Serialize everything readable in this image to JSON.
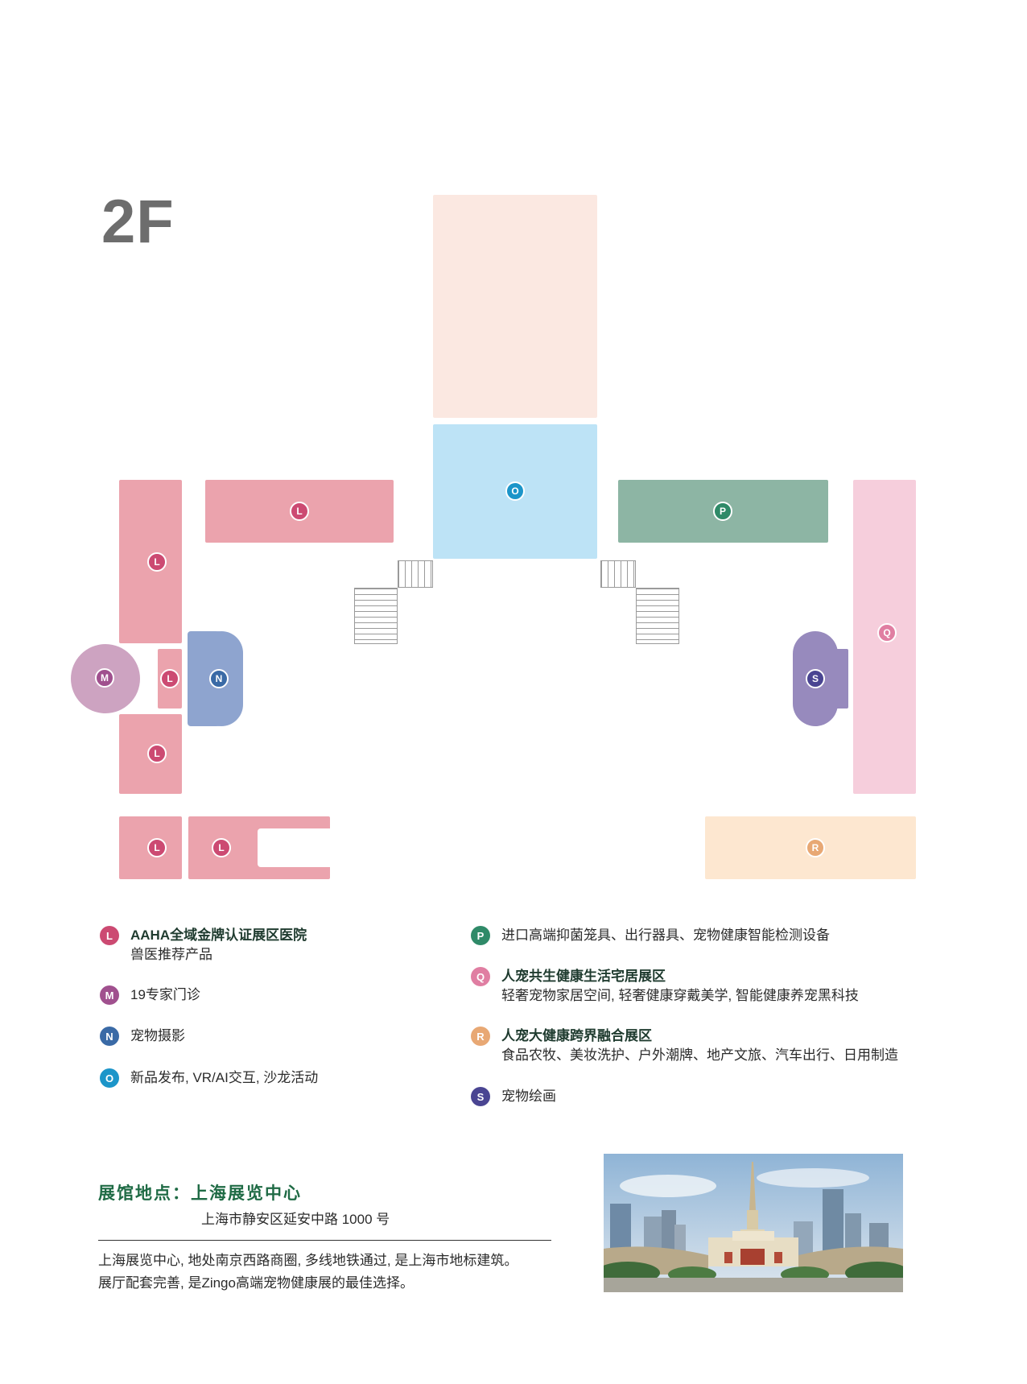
{
  "floor": "2F",
  "map": {
    "pins": {
      "L": "L",
      "M": "M",
      "N": "N",
      "O": "O",
      "P": "P",
      "Q": "Q",
      "R": "R",
      "S": "S"
    }
  },
  "legend": [
    {
      "code": "L",
      "color": "#cc4a72",
      "title": "AAHA全域金牌认证展区医院",
      "title_bold": true,
      "subtitle": "兽医推荐产品"
    },
    {
      "code": "M",
      "color": "#a0508e",
      "title": "19专家门诊",
      "title_bold": false,
      "subtitle": ""
    },
    {
      "code": "N",
      "color": "#3a6aa6",
      "title": "宠物摄影",
      "title_bold": false,
      "subtitle": ""
    },
    {
      "code": "O",
      "color": "#1c95c9",
      "title": "新品发布, VR/AI交互, 沙龙活动",
      "title_bold": false,
      "subtitle": ""
    },
    {
      "code": "P",
      "color": "#2f8a68",
      "title": "进口高端抑菌笼具、出行器具、宠物健康智能检测设备",
      "title_bold": false,
      "subtitle": ""
    },
    {
      "code": "Q",
      "color": "#e07ea2",
      "title": "人宠共生健康生活宅居展区",
      "title_bold": true,
      "subtitle": "轻奢宠物家居空间, 轻奢健康穿戴美学, 智能健康养宠黑科技"
    },
    {
      "code": "R",
      "color": "#e8a874",
      "title": "人宠大健康跨界融合展区",
      "title_bold": true,
      "subtitle": "食品农牧、美妆洗护、户外潮牌、地产文旅、汽车出行、日用制造"
    },
    {
      "code": "S",
      "color": "#4a4592",
      "title": "宠物绘画",
      "title_bold": false,
      "subtitle": ""
    }
  ],
  "venue": {
    "title": "展馆地点：上海展览中心",
    "address": "上海市静安区延安中路 1000 号",
    "description_line1": "上海展览中心, 地处南京西路商圈, 多线地铁通过, 是上海市地标建筑。",
    "description_line2": "展厅配套完善, 是Zingo高端宠物健康展的最佳选择。",
    "photo_icon": "shanghai-exhibition-center-photo"
  },
  "colors": {
    "L_zone": "#eba3ad",
    "M_zone": "#cda3c1",
    "N_zone": "#8ea4cf",
    "O_zone": "#bde3f6",
    "P_zone": "#8db5a4",
    "Q_zone": "#f6cedc",
    "R_zone": "#fde7d0",
    "S_zone": "#978abd",
    "top_zone": "#fbe8e1"
  }
}
